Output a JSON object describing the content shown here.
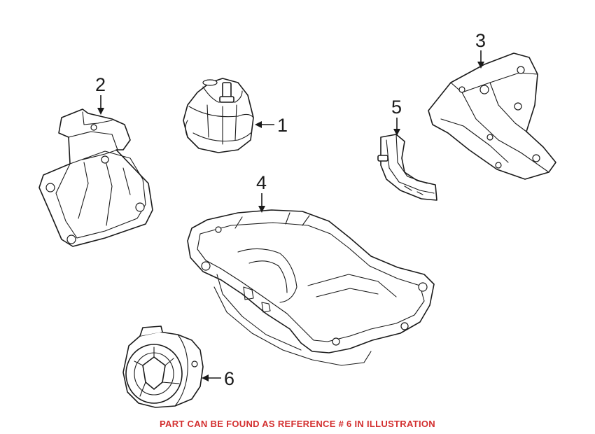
{
  "callouts": {
    "part1": "1",
    "part2": "2",
    "part3": "3",
    "part4": "4",
    "part5": "5",
    "part6": "6"
  },
  "note": "PART CAN BE FOUND AS REFERENCE # 6 IN ILLUSTRATION",
  "colors": {
    "line": "#1a1a1a",
    "note": "#d32f2f",
    "background": "#ffffff"
  }
}
